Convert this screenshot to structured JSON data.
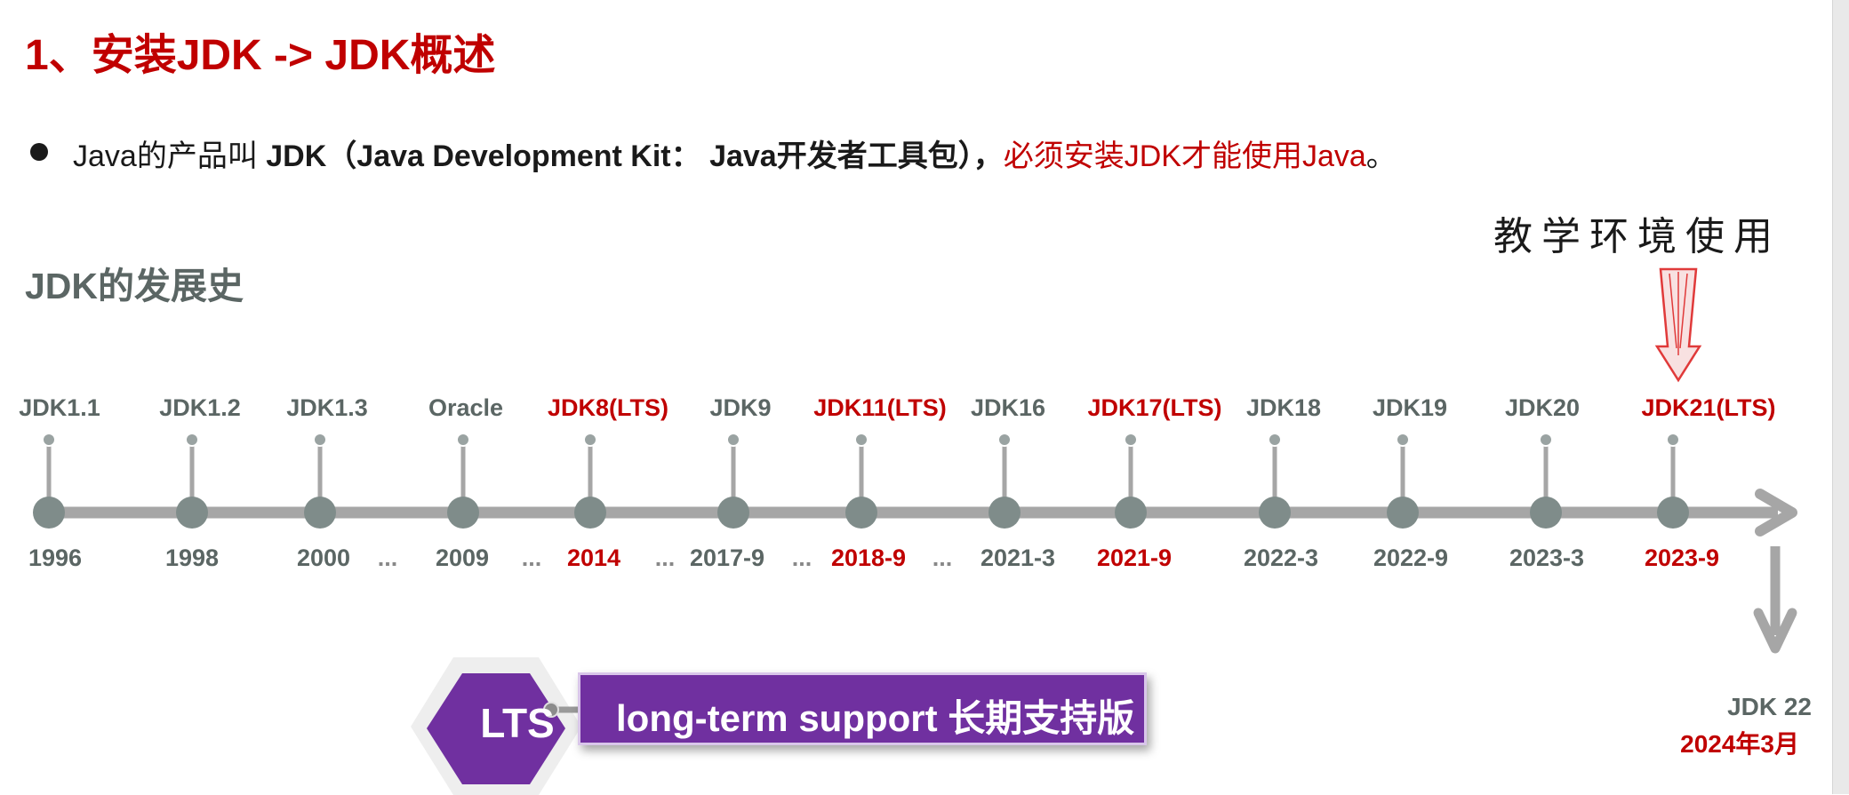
{
  "title": "1、安装JDK -> JDK概述",
  "intro": {
    "part1": "Java的产品叫 ",
    "part2": "JDK（Java Development Kit： Java开发者工具包），",
    "part3": "必须安装JDK才能使用Java",
    "part4": "。"
  },
  "subtitle": "JDK的发展史",
  "note": "教学环境使用",
  "colors": {
    "accent": "#c00000",
    "gray": "#5b6664",
    "purple": "#7030a0",
    "line": "#a6a6a6",
    "node": "#7f8c8a"
  },
  "timeline": [
    {
      "name": "JDK1.1",
      "date": "1996",
      "lts": false
    },
    {
      "name": "JDK1.2",
      "date": "1998",
      "lts": false
    },
    {
      "name": "JDK1.3",
      "date": "2000",
      "lts": false
    },
    {
      "name": "Oracle",
      "date": "2009",
      "lts": false
    },
    {
      "name": "JDK8(LTS)",
      "date": "2014",
      "lts": true
    },
    {
      "name": "JDK9",
      "date": "2017-9",
      "lts": false
    },
    {
      "name": "JDK11(LTS)",
      "date": "2018-9",
      "lts": true
    },
    {
      "name": "JDK16",
      "date": "2021-3",
      "lts": false
    },
    {
      "name": "JDK17(LTS)",
      "date": "2021-9",
      "lts": true
    },
    {
      "name": "JDK18",
      "date": "2022-3",
      "lts": false
    },
    {
      "name": "JDK19",
      "date": "2022-9",
      "lts": false
    },
    {
      "name": "JDK20",
      "date": "2023-3",
      "lts": false
    },
    {
      "name": "JDK21(LTS)",
      "date": "2023-9",
      "lts": true
    }
  ],
  "ellipsis": "...",
  "next": {
    "name": "JDK 22",
    "date": "2024年3月"
  },
  "lts_legend": {
    "badge": "LTS",
    "text": "long-term support 长期支持版"
  }
}
